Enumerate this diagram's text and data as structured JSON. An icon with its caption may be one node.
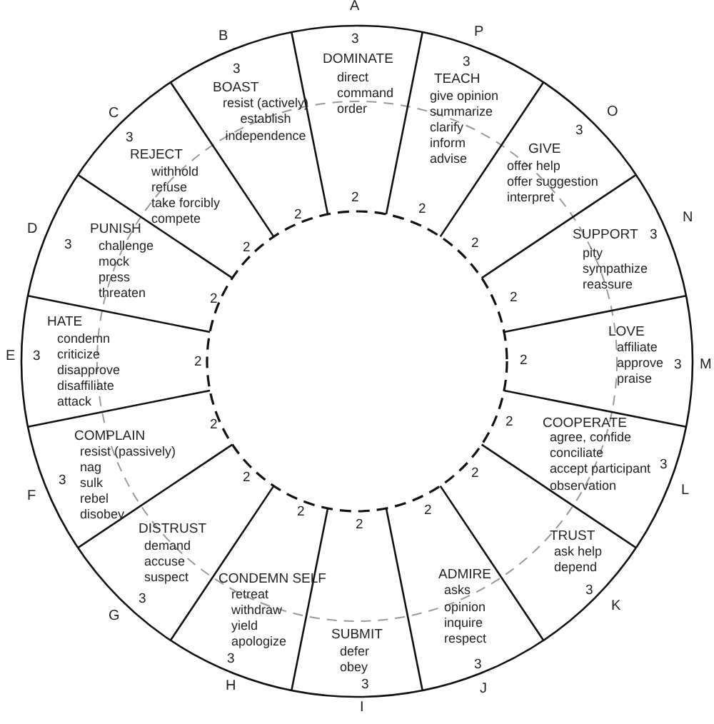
{
  "diagram": {
    "nodes": [
      {
        "text": [
          "3",
          "DOMINATE",
          "direct",
          "command",
          "order",
          "2"
        ],
        "beside": [
          "A"
        ]
      },
      {
        "text": [
          "3",
          "BOAST",
          "resist (actively)",
          "establish independence",
          "2"
        ],
        "beside": [
          "B"
        ]
      },
      {
        "text": [
          "3",
          "REJECT",
          "withhold",
          "refuse",
          "take forcibly",
          "compete",
          "2"
        ],
        "beside": [
          "C"
        ]
      },
      {
        "text": [
          "PUNISH",
          "3",
          "challenge",
          "mock",
          "press",
          "threaten",
          "2"
        ],
        "beside": [
          "D"
        ]
      },
      {
        "text": [
          "HATE",
          "condemn",
          "3",
          "criticize",
          "2",
          "disapprove",
          "disaffiliate",
          "attack"
        ],
        "beside": [
          "E"
        ]
      },
      {
        "text": [
          "2",
          "COMPLAIN",
          "resist (passively)",
          "nag",
          "3",
          "sulk",
          "rebel",
          "disobey"
        ],
        "beside": [
          "F"
        ]
      },
      {
        "text": [
          "2",
          "DISTRUST",
          "demand",
          "accuse",
          "suspect",
          "3"
        ],
        "beside": [
          "G"
        ]
      },
      {
        "text": [
          "2",
          "CONDEMN SELF",
          "retreat",
          "withdraw",
          "yield",
          "apologize",
          "3"
        ],
        "beside": [
          "H"
        ]
      },
      {
        "text": [
          "2",
          "SUBMIT",
          "defer",
          "obey",
          "3"
        ],
        "beside": [
          "I"
        ]
      },
      {
        "text": [
          "2",
          "ADMIRE",
          "asks opinion",
          "inquire",
          "respect",
          "3"
        ],
        "beside": [
          "J"
        ]
      },
      {
        "text": [
          "2",
          "TRUST",
          "ask help",
          "depend",
          "3"
        ],
        "beside": [
          "K"
        ]
      },
      {
        "text": [
          "2",
          "COOPERATE",
          "agree, confide",
          "conciliate",
          "accept participant observation",
          "3"
        ],
        "beside": [
          "L"
        ]
      },
      {
        "text": [
          "LOVE",
          "affiliate",
          "2",
          "approve",
          "3",
          "praise"
        ],
        "beside": [
          "M"
        ]
      },
      {
        "text": [
          "SUPPORT",
          "3",
          "pity",
          "sympathize",
          "reassure",
          "2"
        ],
        "beside": [
          "N"
        ]
      },
      {
        "text": [
          "3",
          "GIVE",
          "offer help",
          "offer suggestion",
          "interpret",
          "2"
        ],
        "beside": [
          "O"
        ]
      },
      {
        "text": [
          "3",
          "TEACH",
          "give opinion",
          "summarize",
          "clarify",
          "inform",
          "advise",
          "2"
        ],
        "beside": [
          "P"
        ]
      }
    ]
  }
}
